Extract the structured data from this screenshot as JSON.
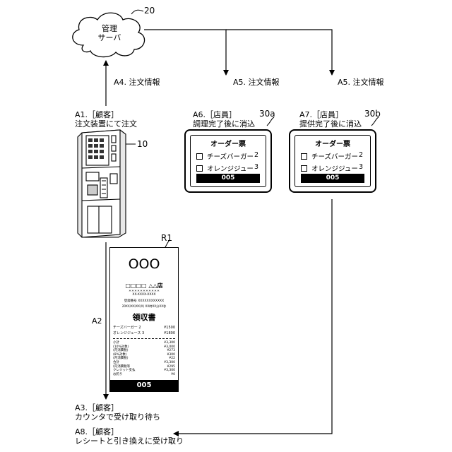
{
  "server": {
    "label_line1": "管理",
    "label_line2": "サーバ",
    "ref": "20"
  },
  "arrow_labels": {
    "a4": "A4. 注文情報",
    "a5_left": "A5. 注文情報",
    "a5_right": "A5. 注文情報",
    "a2": "A2"
  },
  "steps": {
    "a1_line1": "A1.［顧客］",
    "a1_line2": "注文装置にて注文",
    "a6_line1": "A6.［店員］",
    "a6_line2": "調理完了後に消込",
    "a7_line1": "A7.［店員］",
    "a7_line2": "提供完了後に消込",
    "a3_line1": "A3.［顧客］",
    "a3_line2": "カウンタで受け取り待ち",
    "a8_line1": "A8.［顧客］",
    "a8_line2": "レシートと引き換えに受け取り"
  },
  "refs": {
    "kiosk": "10",
    "screen_a": "30a",
    "screen_b": "30b",
    "receipt": "R1"
  },
  "order_screen": {
    "title": "オーダー票",
    "items": [
      {
        "name": "チーズバーガー",
        "qty": "2"
      },
      {
        "name": "オレンジジュース",
        "qty": "3"
      }
    ],
    "order_number": "005"
  },
  "receipt": {
    "circles": "OOO",
    "store": "□□□□ △△店",
    "store_sub": "＊＊＊＊＊＊＊＊＊＊＊",
    "phone": "XX-XXXX-XXXX",
    "reg_no": "登録番号 XXXXXXXXXXXX",
    "datetime": "20XX/XX/XX(X) XX時XX分XX秒",
    "title": "領収書",
    "lines": [
      {
        "name": "チーズバーガー 2",
        "amount": "¥1500"
      },
      {
        "name": "オレンジジュース 3",
        "amount": "¥1800"
      }
    ],
    "summary": [
      {
        "name": "小計",
        "amount": "¥3,300"
      },
      {
        "name": "(10%対象)",
        "amount": "¥3,000"
      },
      {
        "name": "(内消費税)",
        "amount": "¥273"
      },
      {
        "name": "(8%対象)",
        "amount": "¥300"
      },
      {
        "name": "(内消費税)",
        "amount": "¥22"
      },
      {
        "name": "合計",
        "amount": "¥3,300"
      },
      {
        "name": "(内消費税等",
        "amount": "¥295"
      },
      {
        "name": "クレジット支払",
        "amount": "¥3,300"
      },
      {
        "name": "お釣り",
        "amount": "¥0"
      }
    ],
    "order_number": "005"
  },
  "colors": {
    "line": "#000000",
    "background": "#ffffff",
    "order_bar": "#000000"
  }
}
